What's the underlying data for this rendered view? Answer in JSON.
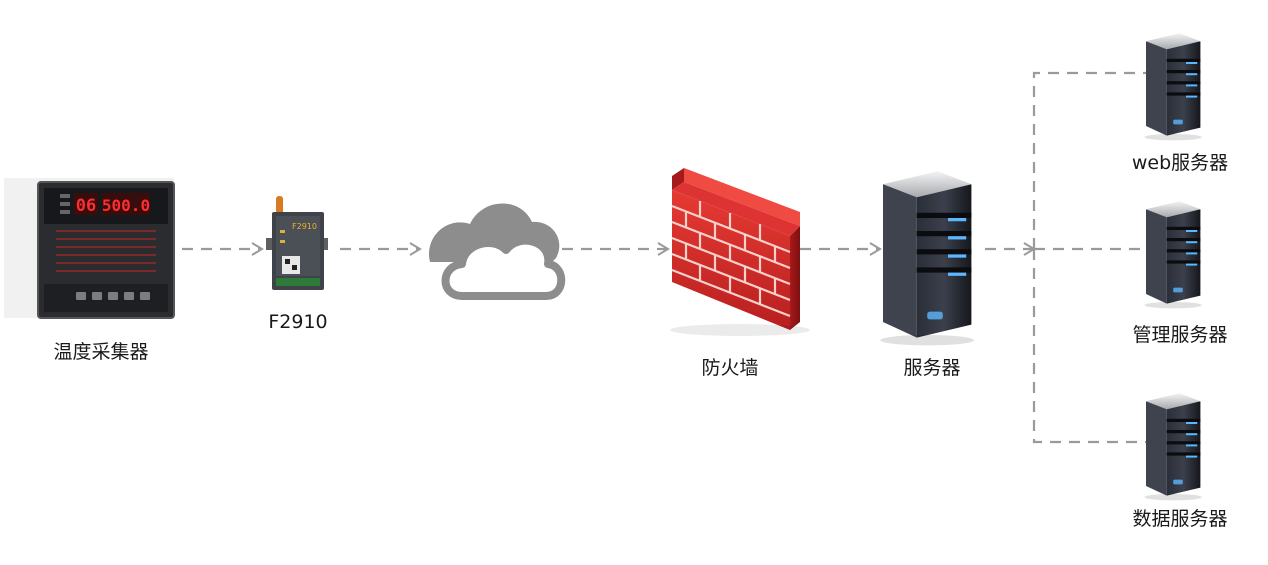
{
  "nodes": {
    "collector": {
      "label": "温度采集器",
      "display_left": "06",
      "display_right": "500.0"
    },
    "gateway": {
      "label": "F2910",
      "device_text": "F2910"
    },
    "cloud": {
      "label": ""
    },
    "firewall": {
      "label": "防火墙"
    },
    "server": {
      "label": "服务器"
    },
    "web_server": {
      "label": "web服务器"
    },
    "mgmt_server": {
      "label": "管理服务器"
    },
    "data_server": {
      "label": "数据服务器"
    }
  },
  "colors": {
    "connector": "#9a9a9a",
    "brick_red": "#d42a2a",
    "server_dark": "#1c1f26",
    "server_light": "#5bb8ff",
    "cloud": "#8d8d8d"
  }
}
